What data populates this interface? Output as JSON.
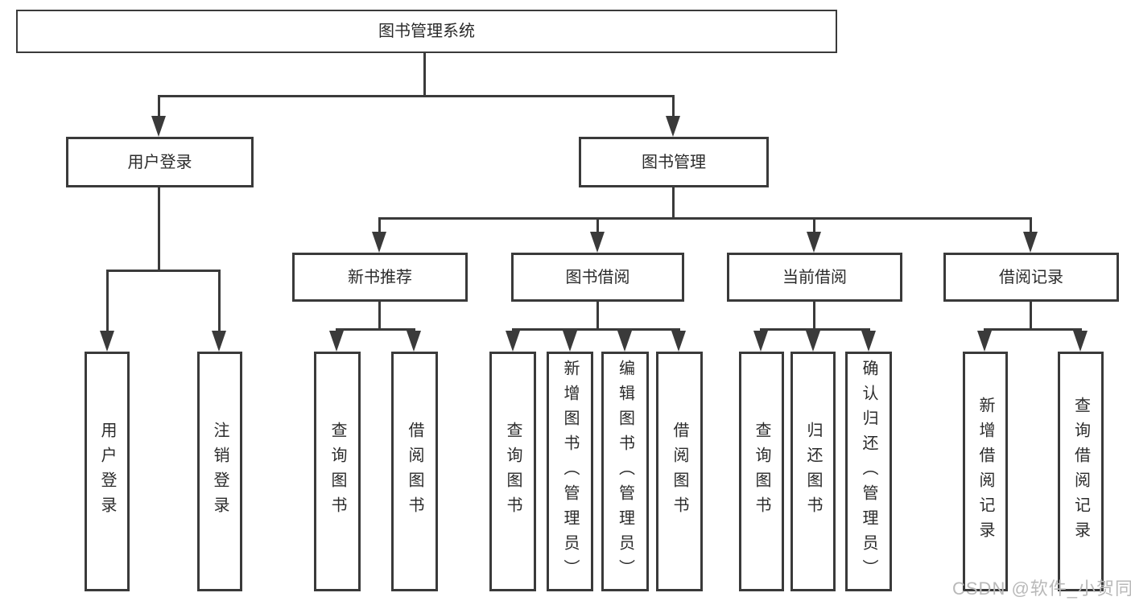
{
  "nodes": {
    "root": "图书管理系统",
    "user_login": "用户登录",
    "book_mgmt": "图书管理",
    "new_book_rec": "新书推荐",
    "book_borrow": "图书借阅",
    "current_borrow": "当前借阅",
    "borrow_records": "借阅记录",
    "ul_user_login": "用户登录",
    "ul_logout": "注销登录",
    "nr_query_book": "查询图书",
    "nr_borrow_book": "借阅图书",
    "bb_query_book": "查询图书",
    "bb_add_book": "新增图书（管理员）",
    "bb_edit_book": "编辑图书（管理员）",
    "bb_borrow_book": "借阅图书",
    "cb_query_book": "查询图书",
    "cb_return_book": "归还图书",
    "cb_confirm_return": "确认归还（管理员）",
    "br_add_record": "新增借阅记录",
    "br_query_record": "查询借阅记录"
  },
  "hierarchy": {
    "图书管理系统": {
      "用户登录": [
        "用户登录",
        "注销登录"
      ],
      "图书管理": {
        "新书推荐": [
          "查询图书",
          "借阅图书"
        ],
        "图书借阅": [
          "查询图书",
          "新增图书（管理员）",
          "编辑图书（管理员）",
          "借阅图书"
        ],
        "当前借阅": [
          "查询图书",
          "归还图书",
          "确认归还（管理员）"
        ],
        "借阅记录": [
          "新增借阅记录",
          "查询借阅记录"
        ]
      }
    }
  },
  "watermark": {
    "text": "CSDN @软件_小贺同学"
  },
  "colors": {
    "line": "#3a3a3a",
    "text": "#2b2b2b",
    "box_fill": "#ffffff",
    "background": "#ffffff",
    "watermark": "#b9b9b9"
  }
}
